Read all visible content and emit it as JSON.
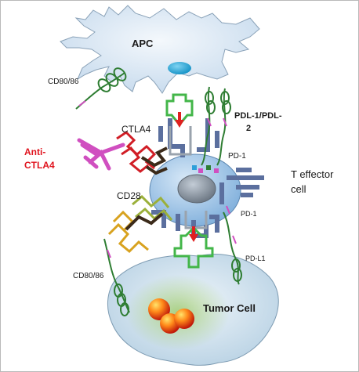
{
  "labels": {
    "apc": "APC",
    "cd80_top": "CD80/86",
    "ctla4": "CTLA4",
    "anti_ctla4_line1": "Anti-",
    "anti_ctla4_line2": "CTLA4",
    "pdl_line1": "PDL-1/PDL-",
    "pdl_line2": "2",
    "pd1_top": "PD-1",
    "teff_line1": "T effector",
    "teff_line2": "cell",
    "cd28": "CD28",
    "pd1_mid": "PD-1",
    "pdl1": "PD-L1",
    "cd80_bottom": "CD80/86",
    "tumor": "Tumor Cell"
  },
  "colors": {
    "apc_fill": "#dbe8f4",
    "tcell_fill": "#a9cbe9",
    "nucleus": "#8f9aa6",
    "tumor_fill": "#d8e7f1",
    "tumor_mass": "#8fbf6a",
    "ctla4": "#d11e26",
    "anti_ctla4": "#d04fc0",
    "cd28": "#d8a21f",
    "helix": "#2e7d32",
    "receptor": "#5b6f9e",
    "signal_arrow": "#43b649",
    "signal_inner": "#e02020",
    "nucleus_apc": "#1ea8df"
  }
}
